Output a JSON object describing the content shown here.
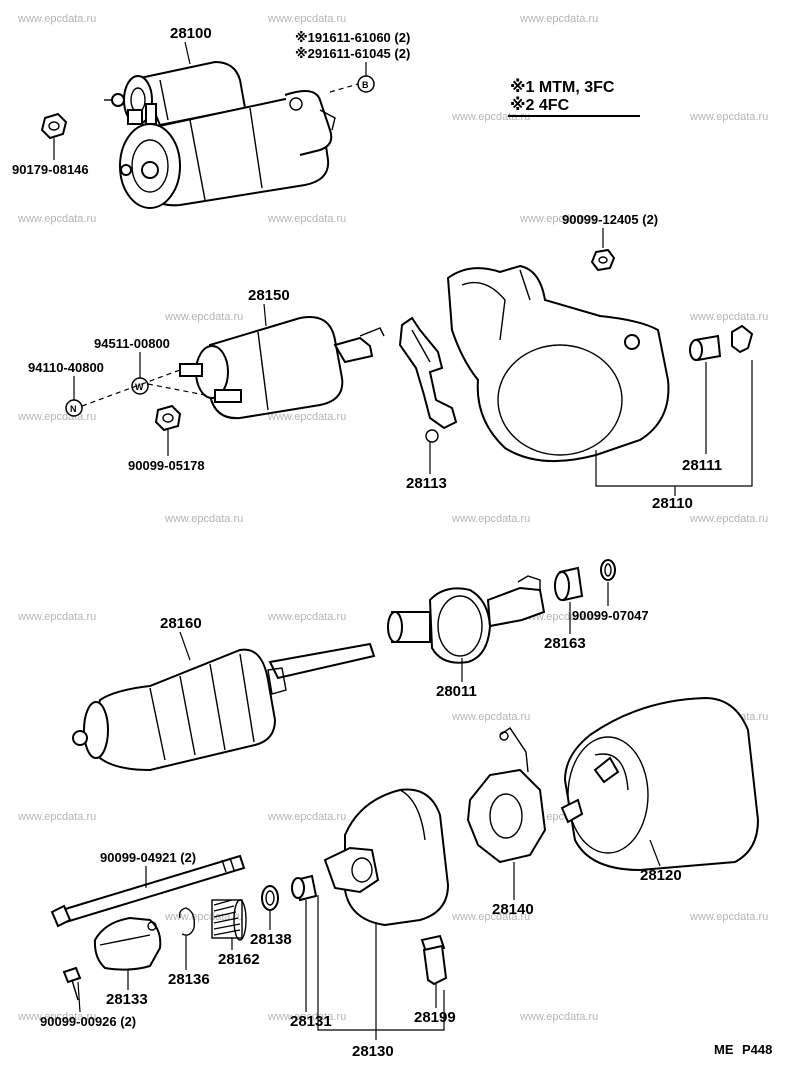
{
  "watermark": "www.epcdata.ru",
  "notes": {
    "note1": "※1 MTM, 3FC",
    "note2": "※2 4FC"
  },
  "labels": {
    "starter_assy": "28100",
    "bolt_note1": "※191611-61060 (2)",
    "bolt_note2": "※291611-61045 (2)",
    "nut_top_left": "90179-08146",
    "nut_housing": "90099-12405 (2)",
    "switch_assy": "28150",
    "washer": "94511-00800",
    "nut_switch": "94110-40800",
    "nut_switch_bottom": "90099-05178",
    "lever": "28113",
    "bushing": "28111",
    "housing": "28110",
    "armature": "28160",
    "clutch": "28011",
    "collar": "28163",
    "ring": "90099-07047",
    "yoke": "28120",
    "through_bolt": "90099-04921 (2)",
    "brush_holder": "28140",
    "end_frame": "28130",
    "bearing": "28131",
    "spring": "28162",
    "washer_spring": "28138",
    "cover": "28133",
    "retainer": "28136",
    "screw": "90099-00926 (2)",
    "cap": "28199"
  },
  "markers": {
    "B": "B",
    "W": "W",
    "N": "N"
  },
  "footer": {
    "code": "ME",
    "page": "P448"
  }
}
